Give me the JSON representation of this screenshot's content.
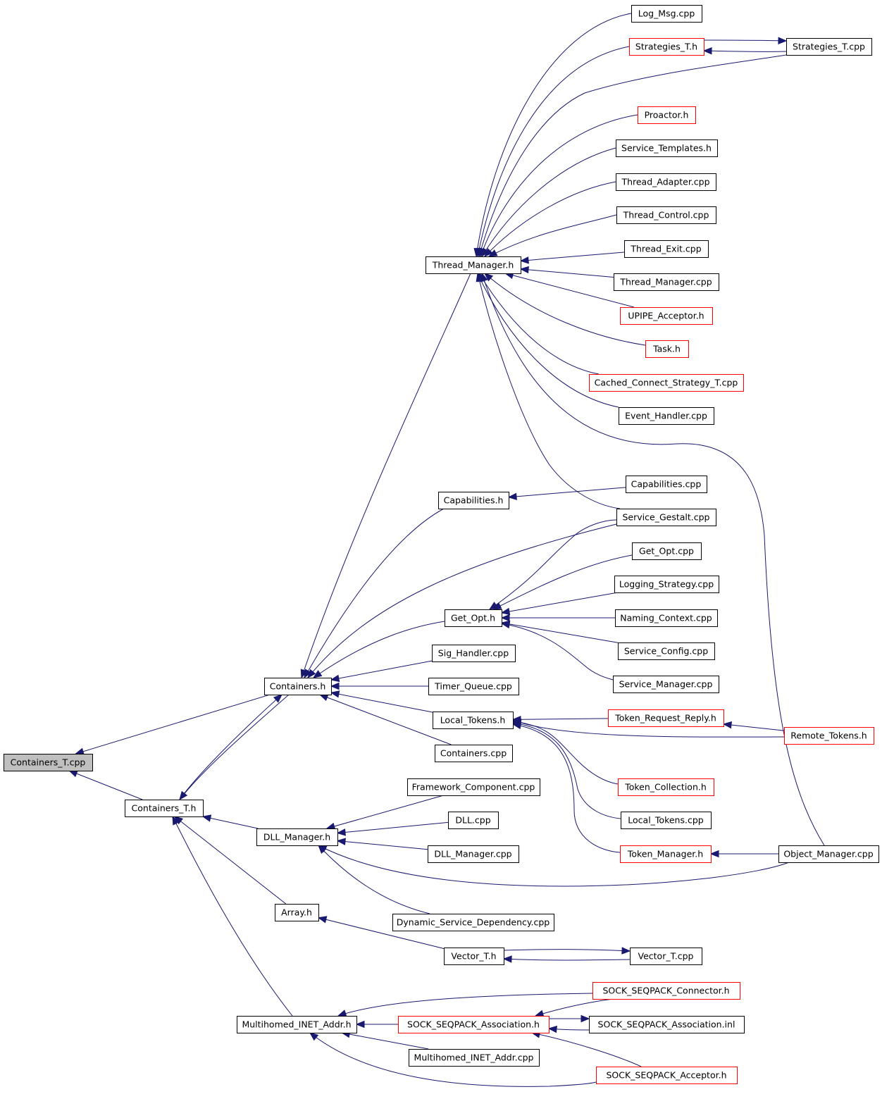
{
  "graph": {
    "colors": {
      "root_fill": "#bfbfbf",
      "node_fill": "#ffffff",
      "node_border": "#000000",
      "node_border_highlight": "#ff0000",
      "edge": "#191970"
    },
    "nodes": [
      {
        "id": "containers_t_cpp",
        "label": "Containers_T.cpp",
        "style": "root"
      },
      {
        "id": "containers_t_h",
        "label": "Containers_T.h",
        "style": "normal"
      },
      {
        "id": "containers_h",
        "label": "Containers.h",
        "style": "normal"
      },
      {
        "id": "dll_manager_h",
        "label": "DLL_Manager.h",
        "style": "normal"
      },
      {
        "id": "array_h",
        "label": "Array.h",
        "style": "normal"
      },
      {
        "id": "multihomed_inet_addr_h",
        "label": "Multihomed_INET_Addr.h",
        "style": "normal"
      },
      {
        "id": "thread_manager_h",
        "label": "Thread_Manager.h",
        "style": "normal"
      },
      {
        "id": "capabilities_h",
        "label": "Capabilities.h",
        "style": "normal"
      },
      {
        "id": "get_opt_h",
        "label": "Get_Opt.h",
        "style": "normal"
      },
      {
        "id": "sig_handler_cpp",
        "label": "Sig_Handler.cpp",
        "style": "normal"
      },
      {
        "id": "timer_queue_cpp",
        "label": "Timer_Queue.cpp",
        "style": "normal"
      },
      {
        "id": "local_tokens_h",
        "label": "Local_Tokens.h",
        "style": "normal"
      },
      {
        "id": "containers_cpp",
        "label": "Containers.cpp",
        "style": "normal"
      },
      {
        "id": "framework_component_cpp",
        "label": "Framework_Component.cpp",
        "style": "normal"
      },
      {
        "id": "dll_cpp",
        "label": "DLL.cpp",
        "style": "normal"
      },
      {
        "id": "dll_manager_cpp",
        "label": "DLL_Manager.cpp",
        "style": "normal"
      },
      {
        "id": "dynamic_service_dependency_cpp",
        "label": "Dynamic_Service_Dependency.cpp",
        "style": "normal"
      },
      {
        "id": "vector_t_h",
        "label": "Vector_T.h",
        "style": "normal"
      },
      {
        "id": "sock_seqpack_association_h",
        "label": "SOCK_SEQPACK_Association.h",
        "style": "highlight"
      },
      {
        "id": "multihomed_inet_addr_cpp",
        "label": "Multihomed_INET_Addr.cpp",
        "style": "normal"
      },
      {
        "id": "log_msg_cpp",
        "label": "Log_Msg.cpp",
        "style": "normal"
      },
      {
        "id": "strategies_t_h",
        "label": "Strategies_T.h",
        "style": "highlight"
      },
      {
        "id": "proactor_h",
        "label": "Proactor.h",
        "style": "highlight"
      },
      {
        "id": "service_templates_h",
        "label": "Service_Templates.h",
        "style": "normal"
      },
      {
        "id": "thread_adapter_cpp",
        "label": "Thread_Adapter.cpp",
        "style": "normal"
      },
      {
        "id": "thread_control_cpp",
        "label": "Thread_Control.cpp",
        "style": "normal"
      },
      {
        "id": "thread_exit_cpp",
        "label": "Thread_Exit.cpp",
        "style": "normal"
      },
      {
        "id": "thread_manager_cpp",
        "label": "Thread_Manager.cpp",
        "style": "normal"
      },
      {
        "id": "upipe_acceptor_h",
        "label": "UPIPE_Acceptor.h",
        "style": "highlight"
      },
      {
        "id": "task_h",
        "label": "Task.h",
        "style": "highlight"
      },
      {
        "id": "cached_connect_strategy_t_cpp",
        "label": "Cached_Connect_Strategy_T.cpp",
        "style": "highlight"
      },
      {
        "id": "event_handler_cpp",
        "label": "Event_Handler.cpp",
        "style": "normal"
      },
      {
        "id": "capabilities_cpp",
        "label": "Capabilities.cpp",
        "style": "normal"
      },
      {
        "id": "service_gestalt_cpp",
        "label": "Service_Gestalt.cpp",
        "style": "normal"
      },
      {
        "id": "get_opt_cpp",
        "label": "Get_Opt.cpp",
        "style": "normal"
      },
      {
        "id": "logging_strategy_cpp",
        "label": "Logging_Strategy.cpp",
        "style": "normal"
      },
      {
        "id": "naming_context_cpp",
        "label": "Naming_Context.cpp",
        "style": "normal"
      },
      {
        "id": "service_config_cpp",
        "label": "Service_Config.cpp",
        "style": "normal"
      },
      {
        "id": "service_manager_cpp",
        "label": "Service_Manager.cpp",
        "style": "normal"
      },
      {
        "id": "token_request_reply_h",
        "label": "Token_Request_Reply.h",
        "style": "highlight"
      },
      {
        "id": "token_collection_h",
        "label": "Token_Collection.h",
        "style": "highlight"
      },
      {
        "id": "local_tokens_cpp",
        "label": "Local_Tokens.cpp",
        "style": "normal"
      },
      {
        "id": "token_manager_h",
        "label": "Token_Manager.h",
        "style": "highlight"
      },
      {
        "id": "vector_t_cpp",
        "label": "Vector_T.cpp",
        "style": "normal"
      },
      {
        "id": "sock_seqpack_connector_h",
        "label": "SOCK_SEQPACK_Connector.h",
        "style": "highlight"
      },
      {
        "id": "sock_seqpack_association_inl",
        "label": "SOCK_SEQPACK_Association.inl",
        "style": "normal"
      },
      {
        "id": "sock_seqpack_acceptor_h",
        "label": "SOCK_SEQPACK_Acceptor.h",
        "style": "highlight"
      },
      {
        "id": "strategies_t_cpp",
        "label": "Strategies_T.cpp",
        "style": "normal"
      },
      {
        "id": "remote_tokens_h",
        "label": "Remote_Tokens.h",
        "style": "highlight"
      },
      {
        "id": "object_manager_cpp",
        "label": "Object_Manager.cpp",
        "style": "normal"
      }
    ],
    "edges": [
      {
        "from": "containers_t_h",
        "to": "containers_t_cpp"
      },
      {
        "from": "containers_h",
        "to": "containers_t_cpp"
      },
      {
        "from": "containers_t_h",
        "to": "containers_h"
      },
      {
        "from": "containers_h",
        "to": "containers_t_h"
      },
      {
        "from": "dll_manager_h",
        "to": "containers_t_h"
      },
      {
        "from": "array_h",
        "to": "containers_t_h"
      },
      {
        "from": "multihomed_inet_addr_h",
        "to": "containers_t_h"
      },
      {
        "from": "thread_manager_h",
        "to": "containers_h"
      },
      {
        "from": "capabilities_h",
        "to": "containers_h"
      },
      {
        "from": "service_gestalt_cpp",
        "to": "containers_h"
      },
      {
        "from": "get_opt_h",
        "to": "containers_h"
      },
      {
        "from": "sig_handler_cpp",
        "to": "containers_h"
      },
      {
        "from": "timer_queue_cpp",
        "to": "containers_h"
      },
      {
        "from": "local_tokens_h",
        "to": "containers_h"
      },
      {
        "from": "containers_cpp",
        "to": "containers_h"
      },
      {
        "from": "log_msg_cpp",
        "to": "thread_manager_h"
      },
      {
        "from": "strategies_t_h",
        "to": "thread_manager_h"
      },
      {
        "from": "strategies_t_cpp",
        "to": "thread_manager_h"
      },
      {
        "from": "proactor_h",
        "to": "thread_manager_h"
      },
      {
        "from": "service_templates_h",
        "to": "thread_manager_h"
      },
      {
        "from": "thread_adapter_cpp",
        "to": "thread_manager_h"
      },
      {
        "from": "thread_control_cpp",
        "to": "thread_manager_h"
      },
      {
        "from": "thread_exit_cpp",
        "to": "thread_manager_h"
      },
      {
        "from": "thread_manager_cpp",
        "to": "thread_manager_h"
      },
      {
        "from": "upipe_acceptor_h",
        "to": "thread_manager_h"
      },
      {
        "from": "task_h",
        "to": "thread_manager_h"
      },
      {
        "from": "cached_connect_strategy_t_cpp",
        "to": "thread_manager_h"
      },
      {
        "from": "event_handler_cpp",
        "to": "thread_manager_h"
      },
      {
        "from": "service_gestalt_cpp",
        "to": "thread_manager_h"
      },
      {
        "from": "object_manager_cpp",
        "to": "thread_manager_h"
      },
      {
        "from": "strategies_t_cpp",
        "to": "strategies_t_h"
      },
      {
        "from": "strategies_t_h",
        "to": "strategies_t_cpp"
      },
      {
        "from": "capabilities_cpp",
        "to": "capabilities_h"
      },
      {
        "from": "service_gestalt_cpp",
        "to": "get_opt_h"
      },
      {
        "from": "get_opt_cpp",
        "to": "get_opt_h"
      },
      {
        "from": "logging_strategy_cpp",
        "to": "get_opt_h"
      },
      {
        "from": "naming_context_cpp",
        "to": "get_opt_h"
      },
      {
        "from": "service_config_cpp",
        "to": "get_opt_h"
      },
      {
        "from": "service_manager_cpp",
        "to": "get_opt_h"
      },
      {
        "from": "token_request_reply_h",
        "to": "local_tokens_h"
      },
      {
        "from": "remote_tokens_h",
        "to": "local_tokens_h"
      },
      {
        "from": "token_collection_h",
        "to": "local_tokens_h"
      },
      {
        "from": "local_tokens_cpp",
        "to": "local_tokens_h"
      },
      {
        "from": "token_manager_h",
        "to": "local_tokens_h"
      },
      {
        "from": "remote_tokens_h",
        "to": "token_request_reply_h"
      },
      {
        "from": "object_manager_cpp",
        "to": "token_manager_h"
      },
      {
        "from": "framework_component_cpp",
        "to": "dll_manager_h"
      },
      {
        "from": "dll_cpp",
        "to": "dll_manager_h"
      },
      {
        "from": "dll_manager_cpp",
        "to": "dll_manager_h"
      },
      {
        "from": "object_manager_cpp",
        "to": "dll_manager_h"
      },
      {
        "from": "dynamic_service_dependency_cpp",
        "to": "dll_manager_h"
      },
      {
        "from": "vector_t_h",
        "to": "array_h"
      },
      {
        "from": "vector_t_cpp",
        "to": "vector_t_h"
      },
      {
        "from": "vector_t_h",
        "to": "vector_t_cpp"
      },
      {
        "from": "sock_seqpack_connector_h",
        "to": "multihomed_inet_addr_h"
      },
      {
        "from": "sock_seqpack_association_h",
        "to": "multihomed_inet_addr_h"
      },
      {
        "from": "multihomed_inet_addr_cpp",
        "to": "multihomed_inet_addr_h"
      },
      {
        "from": "sock_seqpack_acceptor_h",
        "to": "multihomed_inet_addr_h"
      },
      {
        "from": "sock_seqpack_connector_h",
        "to": "sock_seqpack_association_h"
      },
      {
        "from": "sock_seqpack_association_inl",
        "to": "sock_seqpack_association_h"
      },
      {
        "from": "sock_seqpack_association_h",
        "to": "sock_seqpack_association_inl"
      },
      {
        "from": "sock_seqpack_acceptor_h",
        "to": "sock_seqpack_association_h"
      }
    ]
  }
}
